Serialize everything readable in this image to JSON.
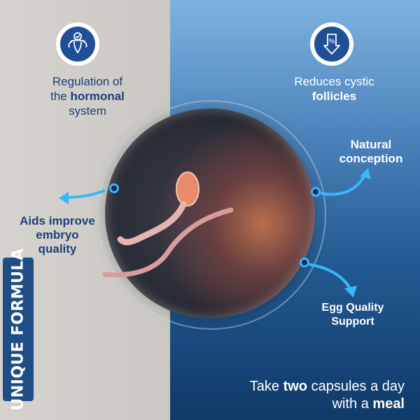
{
  "colors": {
    "left_bg": "#cbc8c3",
    "right_bg_top": "#7eb3e0",
    "right_bg_bottom": "#0f3a69",
    "accent": "#38b6ff",
    "navy": "#1d3f7a"
  },
  "features": {
    "left": {
      "icon": "uterus-check-icon",
      "line1": "Regulation of",
      "line2_pre": "the ",
      "line2_bold": "hormonal",
      "line3": "system"
    },
    "right": {
      "icon": "percent-down-arrow-icon",
      "line1": "Reduces cystic",
      "line2_bold": "follicles"
    }
  },
  "callouts": {
    "natural": {
      "line1": "Natural",
      "line2": "conception"
    },
    "egg": {
      "line1": "Egg Quality",
      "line2": "Support"
    },
    "aids": {
      "line1": "Aids improve",
      "line2": "embryo",
      "line3": "quality"
    }
  },
  "vertical_label": "UNIQUE FORMULA",
  "instruction": {
    "pre": "Take ",
    "bold1": "two",
    "mid": " capsules a day",
    "line2_pre": "with a ",
    "bold2": "meal"
  }
}
